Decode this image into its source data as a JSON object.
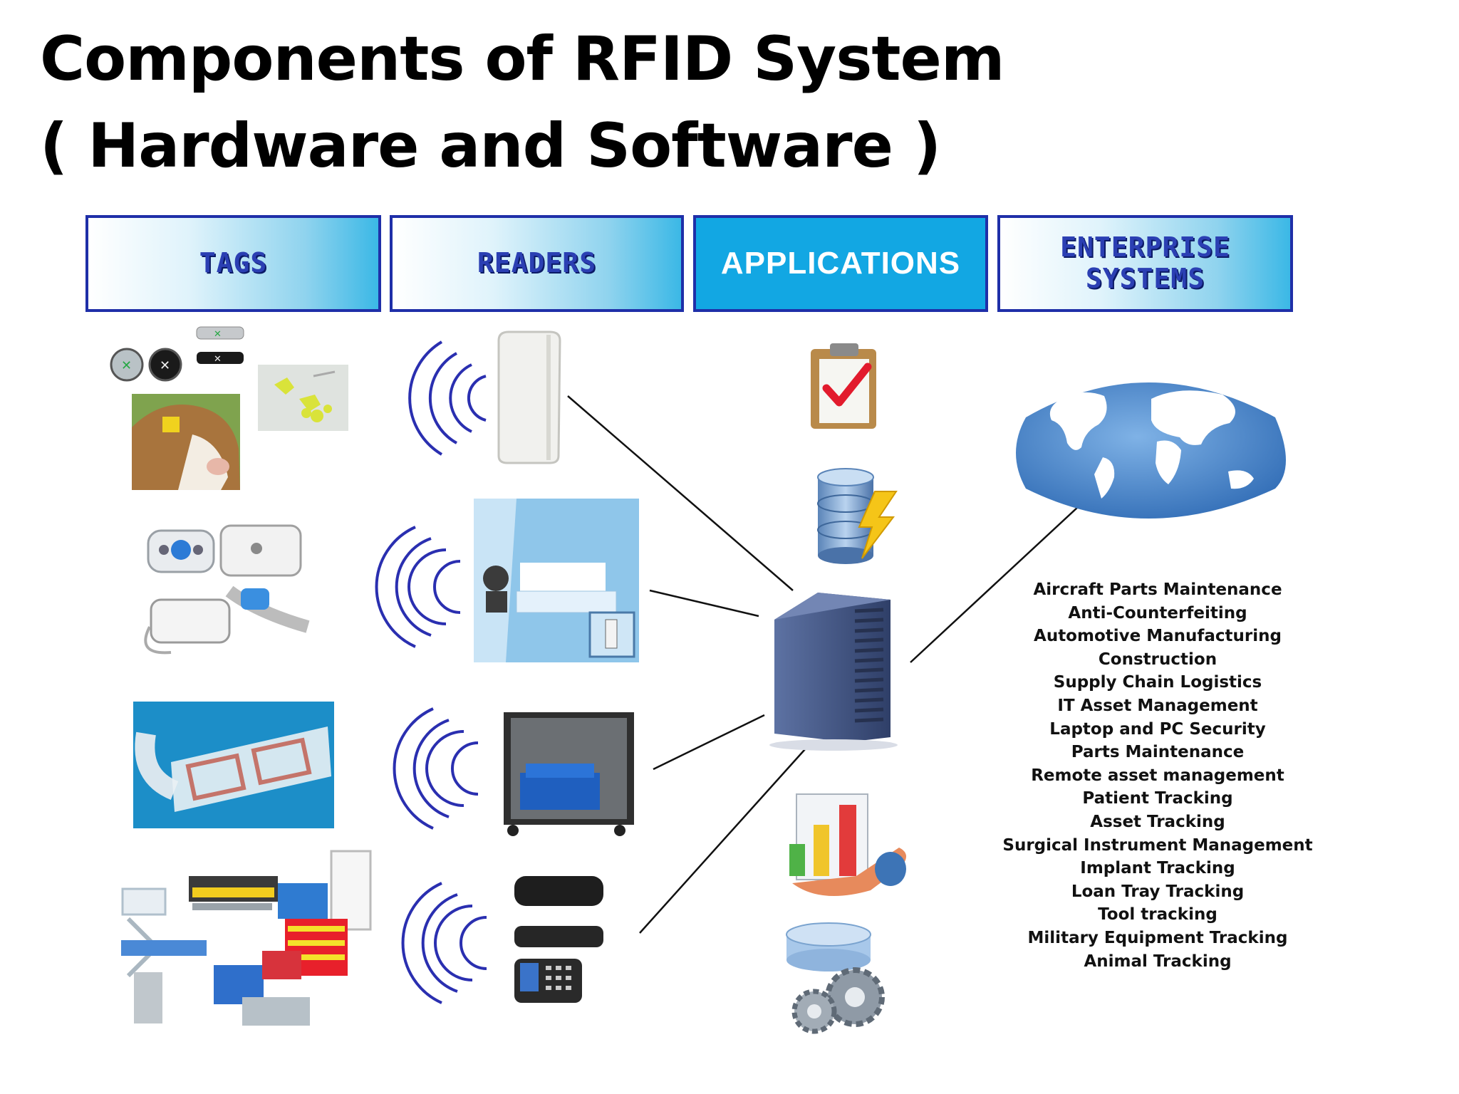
{
  "title": {
    "line1": "Components of RFID System",
    "line2": "( Hardware and Software )"
  },
  "headers": [
    {
      "label": "TAGS"
    },
    {
      "label": "READERS"
    },
    {
      "label": "APPLICATIONS"
    },
    {
      "label": "ENTERPRISE\nSYSTEMS"
    }
  ],
  "industries": [
    "Aircraft Parts Maintenance",
    "Anti-Counterfeiting",
    "Automotive Manufacturing",
    "Construction",
    "Supply Chain Logistics",
    "IT Asset Management",
    "Laptop and PC Security",
    "Parts Maintenance",
    "Remote asset management",
    "Patient Tracking",
    "Asset Tracking",
    "Surgical Instrument Management",
    "Implant Tracking",
    "Loan Tray Tracking",
    "Tool tracking",
    "Military Equipment Tracking",
    "Animal Tracking"
  ],
  "icons": {
    "tags": [
      "rfid-key-fob-tags-icon",
      "cow-ear-tag-photo",
      "yellow-ear-tags-icon",
      "wearable-rfid-tags-icon",
      "rfid-label-roll-photo",
      "warehouse-equipment-photo"
    ],
    "readers": [
      "panel-antenna-reader-icon",
      "room-reader-photo",
      "cabinet-reader-icon",
      "handheld-readers-icon"
    ],
    "applications": [
      "clipboard-check-icon",
      "database-lightning-icon",
      "server-tower-icon",
      "chart-in-hand-icon",
      "database-gears-icon"
    ],
    "enterprise": [
      "world-map-icon"
    ]
  },
  "colors": {
    "header_border": "#1f2fa8",
    "header_solid": "#12a7e3",
    "wave": "#2a2fb0",
    "server": "#4a5e8e",
    "globe": "#3f7fc6"
  }
}
